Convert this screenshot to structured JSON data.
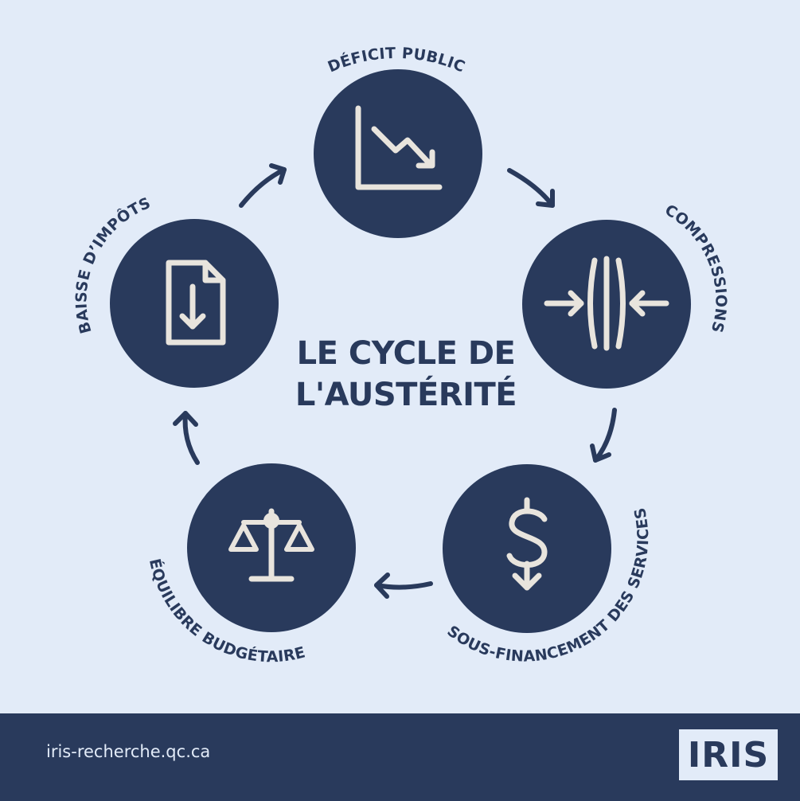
{
  "colors": {
    "background": "#e2ebf8",
    "navy": "#293a5c",
    "icon": "#e8e4dd",
    "footer_text": "#e2ebf8"
  },
  "title": {
    "line1": "LE CYCLE DE",
    "line2": "L'AUSTÉRITÉ"
  },
  "nodes": [
    {
      "label": "DÉFICIT PUBLIC",
      "icon": "chart-down-icon"
    },
    {
      "label": "COMPRESSIONS",
      "icon": "compress-icon"
    },
    {
      "label": "SOUS-FINANCEMENT DES SERVICES",
      "icon": "dollar-down-icon"
    },
    {
      "label": "ÉQUILIBRE BUDGÉTAIRE",
      "icon": "balance-scale-icon"
    },
    {
      "label": "BAISSE D’IMPÔTS",
      "icon": "document-down-icon"
    }
  ],
  "footer": {
    "url": "iris-recherche.qc.ca",
    "logo": "IRIS"
  }
}
